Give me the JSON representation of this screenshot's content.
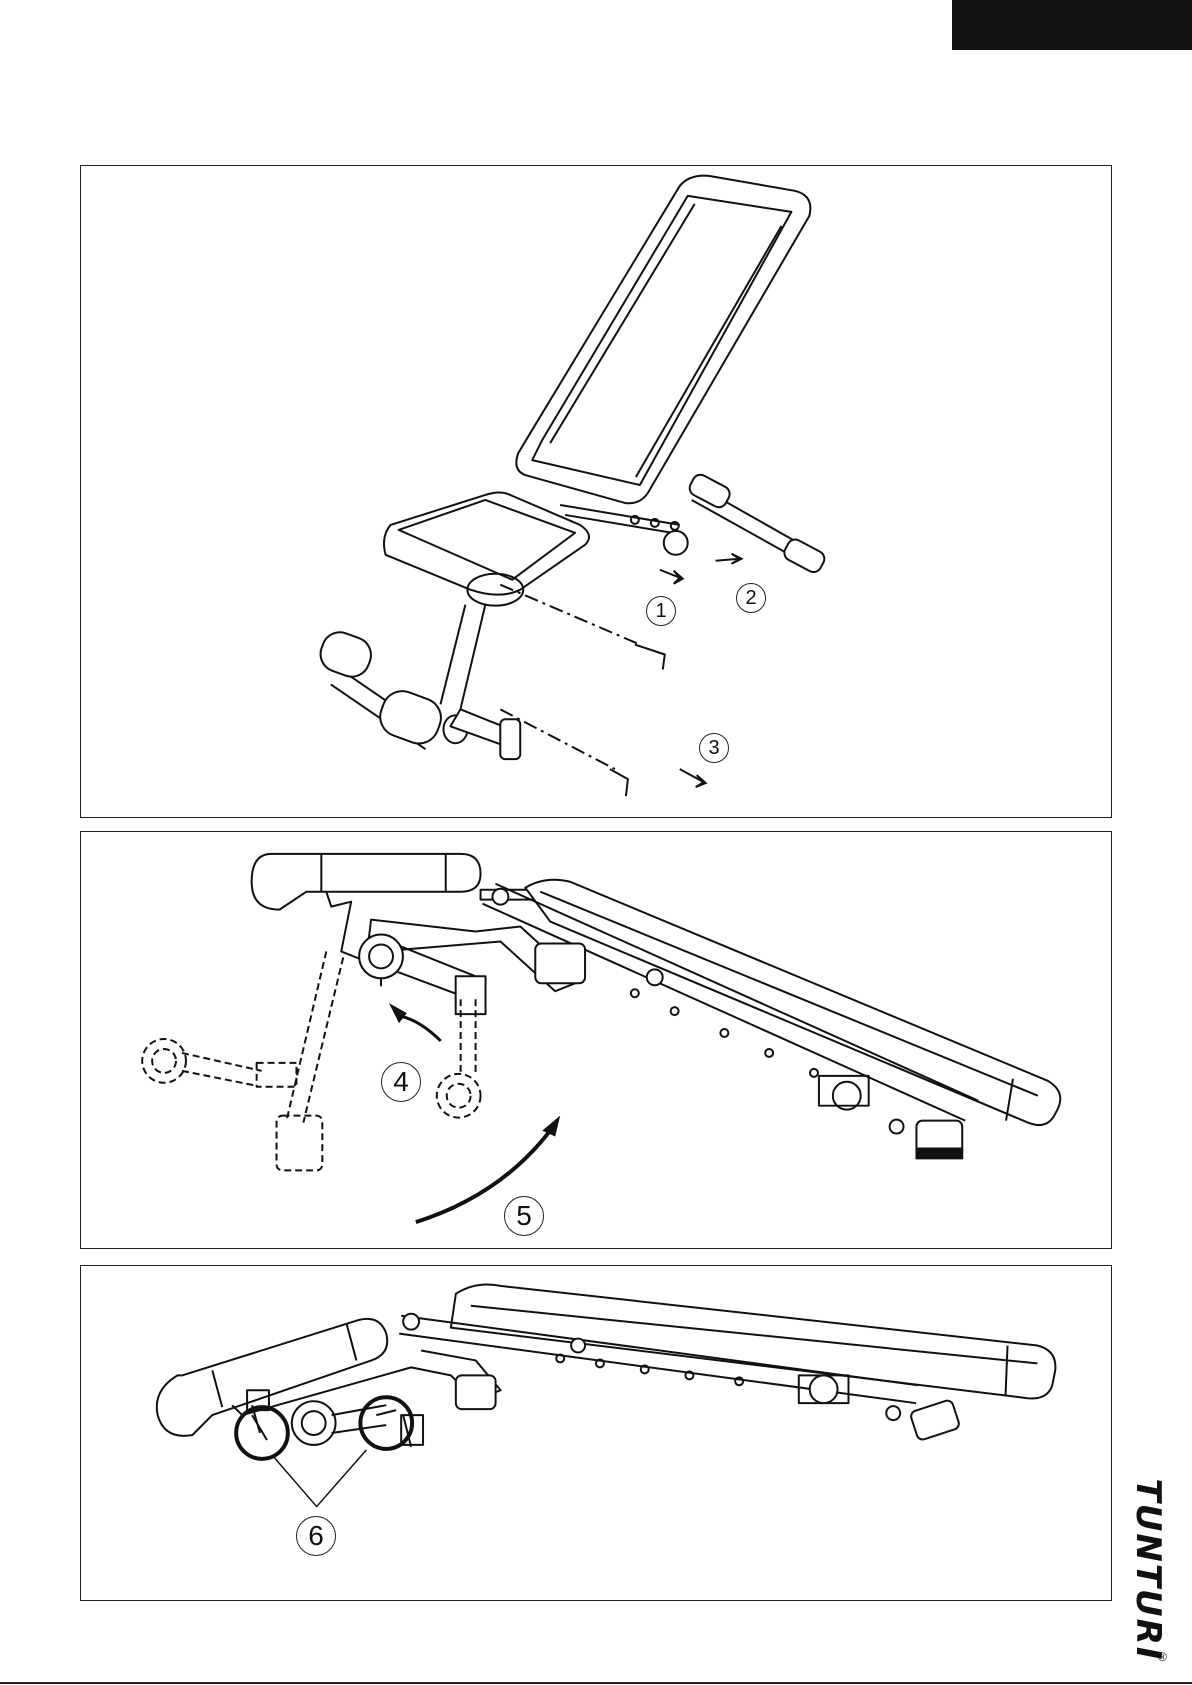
{
  "callouts": {
    "step1": "1",
    "step2": "2",
    "step3": "3",
    "step4": "4",
    "step5": "5",
    "step6": "6"
  },
  "logo": {
    "brand": "TUNTURI",
    "registered": "®"
  },
  "colors": {
    "ink": "#111111",
    "paper": "#ffffff"
  }
}
